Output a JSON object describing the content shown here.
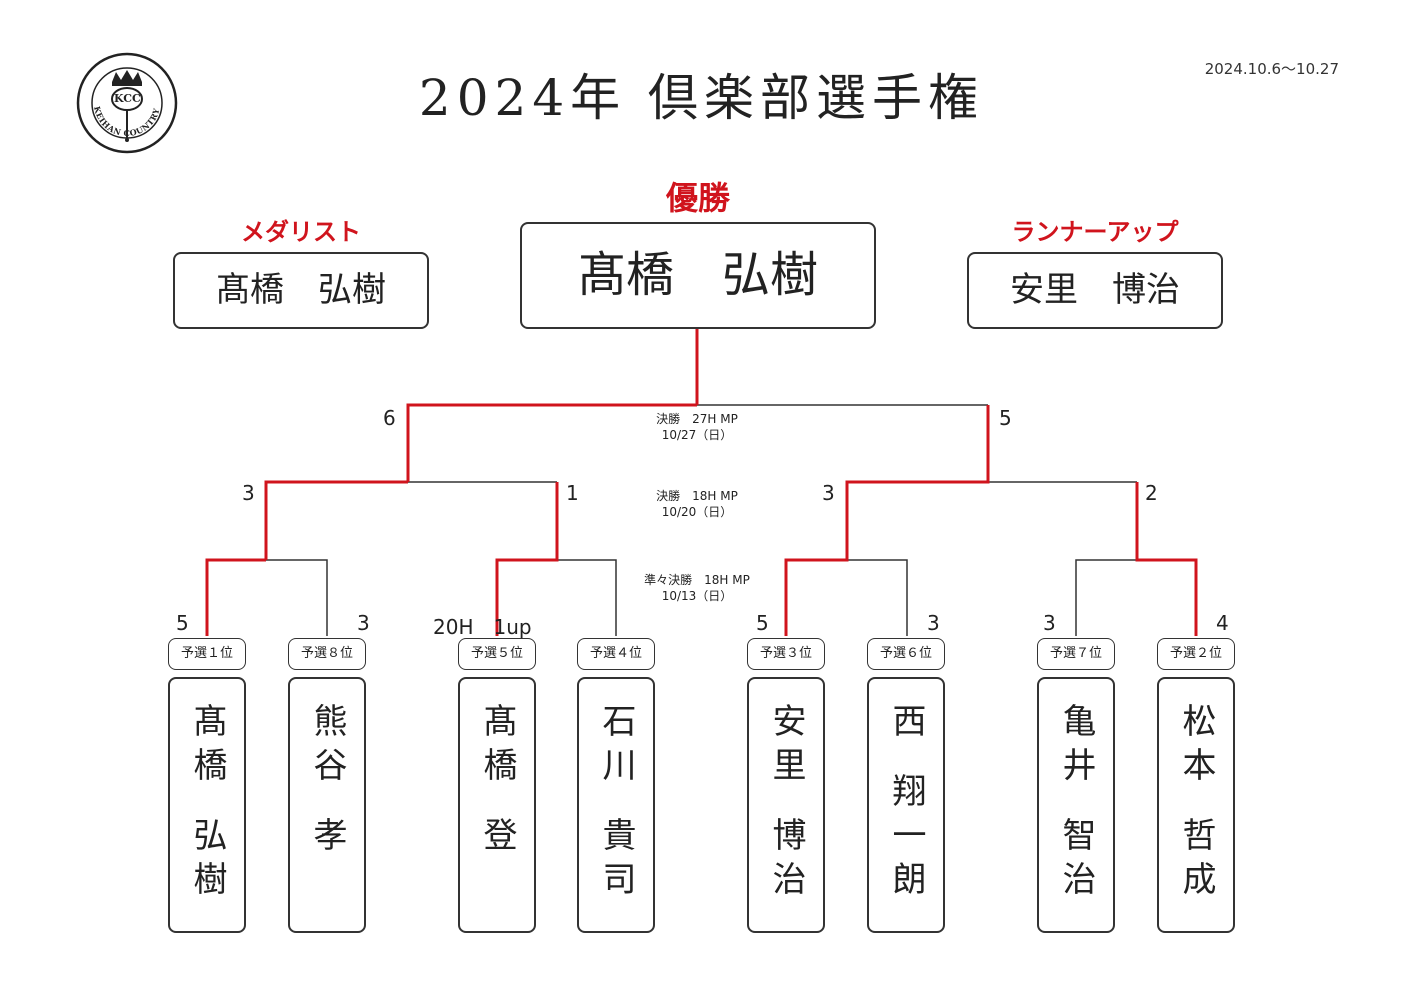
{
  "title": "2024年 倶楽部選手権",
  "date_range": "2024.10.6～10.27",
  "logo": {
    "center_text": "KCC",
    "ring_text": "KEIHAN COUNTRY CLUB"
  },
  "awards": {
    "medalist": {
      "label": "メダリスト",
      "name": "髙橋　弘樹"
    },
    "champion": {
      "label": "優勝",
      "name": "髙橋　弘樹"
    },
    "runner_up": {
      "label": "ランナーアップ",
      "name": "安里　博治"
    }
  },
  "rounds": {
    "final": {
      "line1": "決勝　27H MP",
      "line2": "10/27（日）"
    },
    "semifinal": {
      "line1": "決勝　18H MP",
      "line2": "10/20（日）"
    },
    "quarterfinal": {
      "line1": "準々決勝　18H MP",
      "line2": "10/13（日）"
    }
  },
  "scores": {
    "final_left": "6",
    "final_right": "5",
    "semi_1": "3",
    "semi_2": "1",
    "semi_3": "3",
    "semi_4": "2",
    "qf_1": "5",
    "qf_2": "3",
    "qf_3": "20H　1up",
    "qf_5": "5",
    "qf_6": "3",
    "qf_7": "3",
    "qf_8": "4"
  },
  "players": [
    {
      "seed": "予選１位",
      "family": "髙橋",
      "given": "弘樹"
    },
    {
      "seed": "予選８位",
      "family": "熊谷",
      "given": "孝"
    },
    {
      "seed": "予選５位",
      "family": "髙橋",
      "given": "登"
    },
    {
      "seed": "予選４位",
      "family": "石川",
      "given": "貴司"
    },
    {
      "seed": "予選３位",
      "family": "安里",
      "given": "博治"
    },
    {
      "seed": "予選６位",
      "family": "西",
      "given": "翔一朗"
    },
    {
      "seed": "予選７位",
      "family": "亀井",
      "given": "智治"
    },
    {
      "seed": "予選２位",
      "family": "松本",
      "given": "哲成"
    }
  ],
  "colors": {
    "winner_line": "#d0141d",
    "line": "#333333",
    "label_red": "#d0141d"
  }
}
